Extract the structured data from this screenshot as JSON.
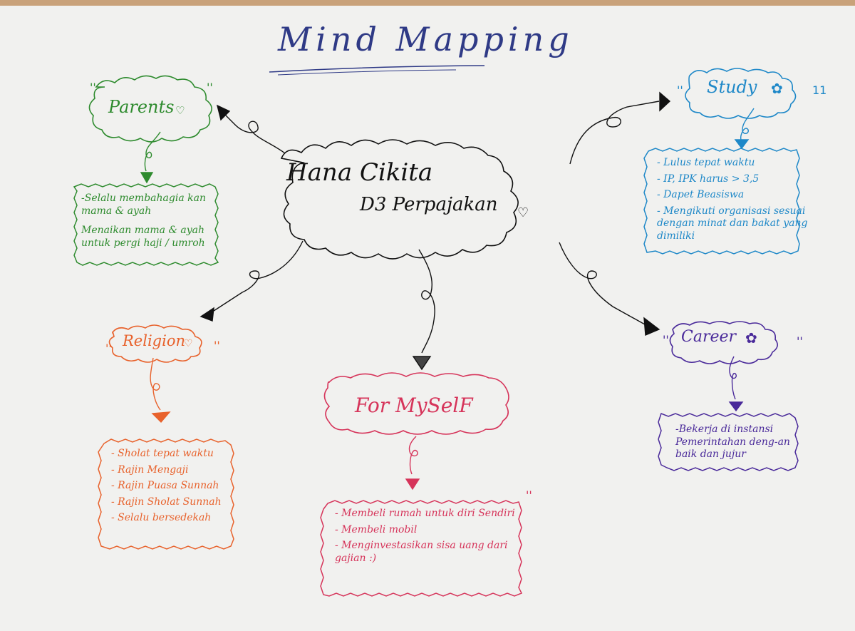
{
  "title": "Mind Mapping",
  "center": {
    "name": "Hana Cikita",
    "subtitle": "D3 Perpajakan"
  },
  "colors": {
    "parents": "#2e8b2e",
    "study": "#1e88c8",
    "religion": "#e8622c",
    "myself": "#d6345a",
    "career": "#4a2a9a",
    "center": "#111111",
    "title": "#2f3a86"
  },
  "nodes": {
    "parents": {
      "label": "Parents",
      "icon": "heart-icon",
      "items": [
        "-Selalu membahagia kan mama & ayah",
        "Menaikan mama & ayah untuk pergi haji / umroh"
      ]
    },
    "study": {
      "label": "Study",
      "icon": "flower-icon",
      "items": [
        "- Lulus tepat waktu",
        "- IP, IPK harus > 3,5",
        "- Dapet Beasiswa",
        "- Mengikuti organisasi sesuai dengan minat dan bakat yang dimiliki"
      ]
    },
    "religion": {
      "label": "Religion",
      "icon": "heart-icon",
      "items": [
        "- Sholat tepat waktu",
        "- Rajin Mengaji",
        "- Rajin Puasa Sunnah",
        "- Rajin Sholat Sunnah",
        "- Selalu bersedekah"
      ]
    },
    "myself": {
      "label": "For MySelF",
      "items": [
        "- Membeli rumah untuk diri Sendiri",
        "- Membeli mobil",
        "- Menginvestasikan sisa uang dari gajian :)"
      ]
    },
    "career": {
      "label": "Career",
      "icon": "flower-icon",
      "items": [
        "-Bekerja di instansi Pemerintahan deng-an baik dan jujur"
      ]
    }
  }
}
